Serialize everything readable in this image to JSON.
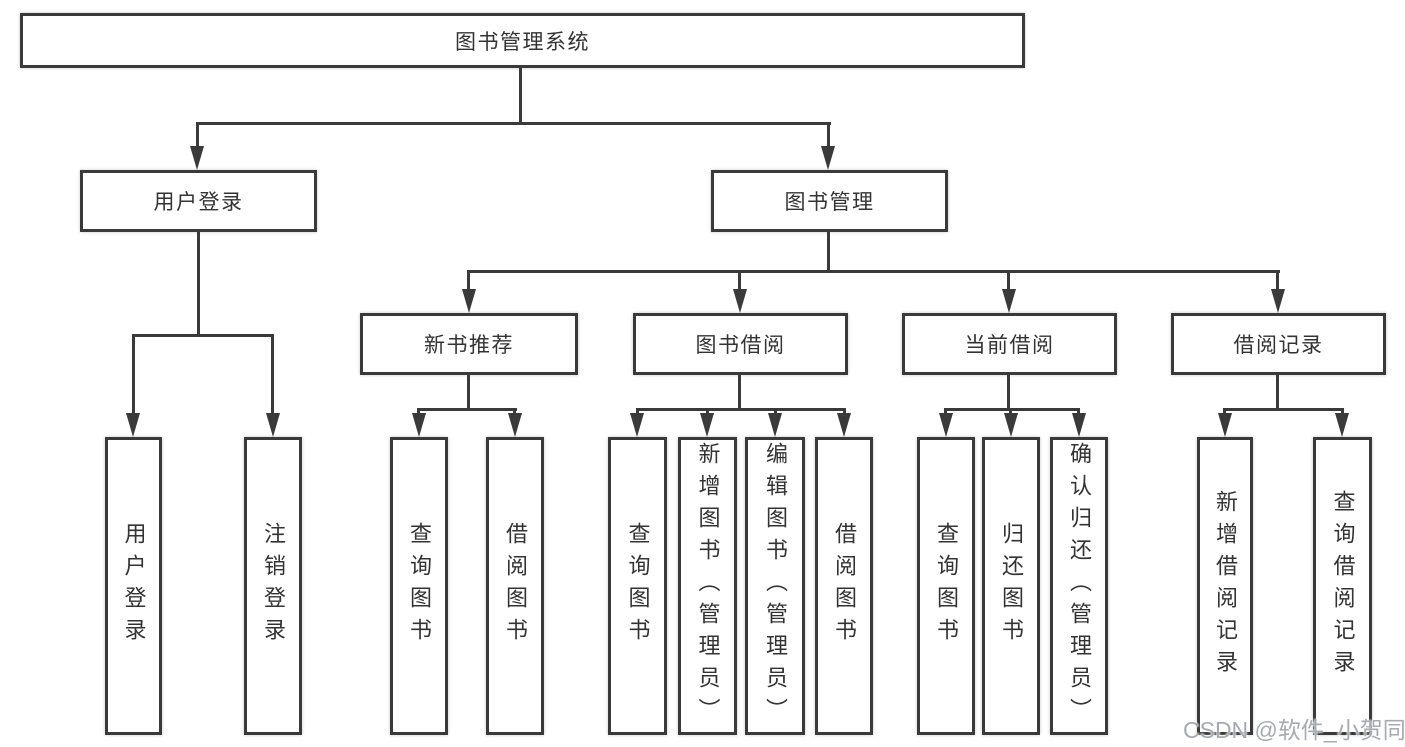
{
  "diagram": {
    "root": {
      "label": "图书管理系统",
      "children": [
        {
          "label": "用户登录",
          "children": [
            {
              "label": "用户登录"
            },
            {
              "label": "注销登录"
            }
          ]
        },
        {
          "label": "图书管理",
          "children": [
            {
              "label": "新书推荐",
              "children": [
                {
                  "label": "查询图书"
                },
                {
                  "label": "借阅图书"
                }
              ]
            },
            {
              "label": "图书借阅",
              "children": [
                {
                  "label": "查询图书"
                },
                {
                  "label": "新增图书（管理员）"
                },
                {
                  "label": "编辑图书（管理员）"
                },
                {
                  "label": "借阅图书"
                }
              ]
            },
            {
              "label": "当前借阅",
              "children": [
                {
                  "label": "查询图书"
                },
                {
                  "label": "归还图书"
                },
                {
                  "label": "确认归还（管理员）"
                }
              ]
            },
            {
              "label": "借阅记录",
              "children": [
                {
                  "label": "新增借阅记录"
                },
                {
                  "label": "查询借阅记录"
                }
              ]
            }
          ]
        }
      ]
    },
    "watermark": "CSDN @软件_小贺同学",
    "colors": {
      "line": "#3a3a3a",
      "text": "#333333",
      "watermark": "#a6abb0",
      "background": "#ffffff"
    }
  }
}
